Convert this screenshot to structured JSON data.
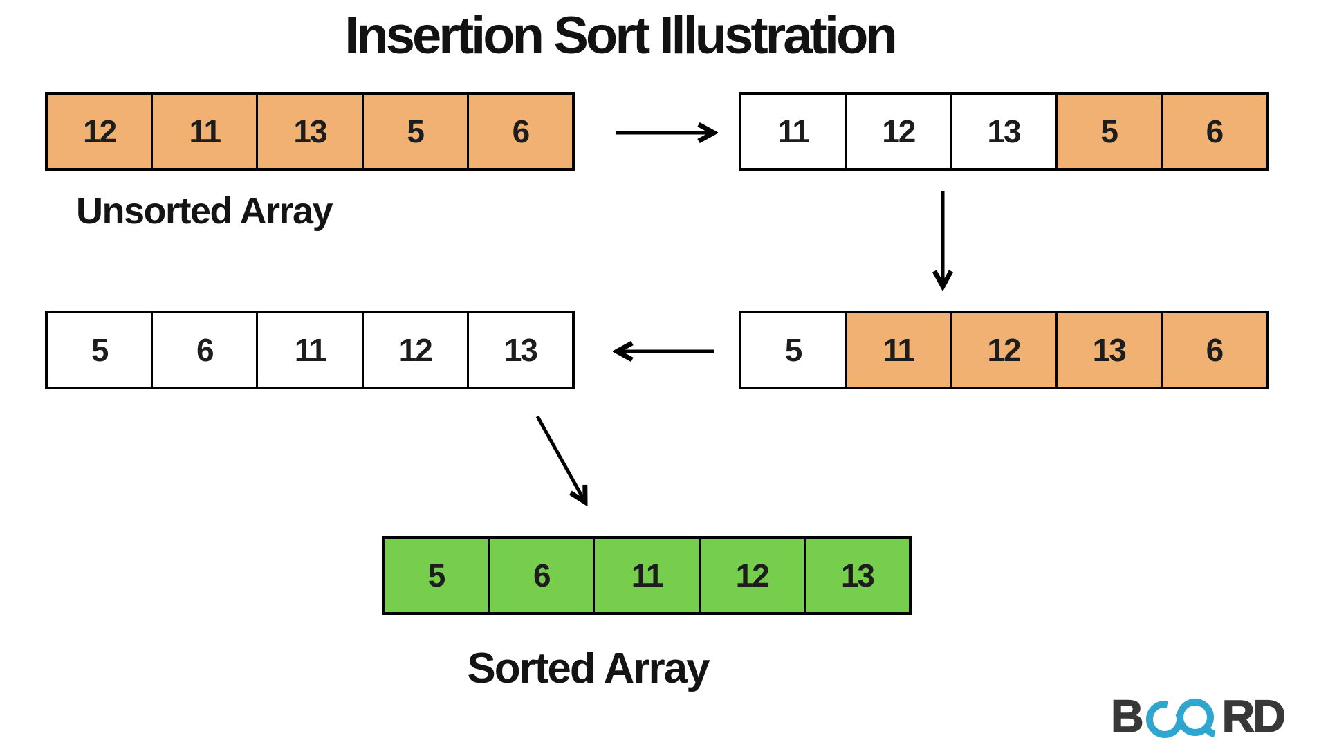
{
  "title": "Insertion Sort Illustration",
  "labels": {
    "unsorted": "Unsorted Array",
    "sorted": "Sorted Array"
  },
  "colors": {
    "cell_orange": "#F0B173",
    "cell_green": "#77CE4C",
    "cell_white": "#FFFFFF",
    "outline": "#000000",
    "logo_blue": "#2FA6D0",
    "logo_text": "#383838"
  },
  "arrays": [
    {
      "name": "unsorted-array",
      "cells": [
        {
          "value": "12",
          "color": "#F0B173"
        },
        {
          "value": "11",
          "color": "#F0B173"
        },
        {
          "value": "13",
          "color": "#F0B173"
        },
        {
          "value": "5",
          "color": "#F0B173"
        },
        {
          "value": "6",
          "color": "#F0B173"
        }
      ]
    },
    {
      "name": "step-1-array",
      "cells": [
        {
          "value": "11",
          "color": "#FFFFFF"
        },
        {
          "value": "12",
          "color": "#FFFFFF"
        },
        {
          "value": "13",
          "color": "#FFFFFF"
        },
        {
          "value": "5",
          "color": "#F0B173"
        },
        {
          "value": "6",
          "color": "#F0B173"
        }
      ]
    },
    {
      "name": "step-2-array",
      "cells": [
        {
          "value": "5",
          "color": "#FFFFFF"
        },
        {
          "value": "11",
          "color": "#F0B173"
        },
        {
          "value": "12",
          "color": "#F0B173"
        },
        {
          "value": "13",
          "color": "#F0B173"
        },
        {
          "value": "6",
          "color": "#F0B173"
        }
      ]
    },
    {
      "name": "step-3-array",
      "cells": [
        {
          "value": "5",
          "color": "#FFFFFF"
        },
        {
          "value": "6",
          "color": "#FFFFFF"
        },
        {
          "value": "11",
          "color": "#FFFFFF"
        },
        {
          "value": "12",
          "color": "#FFFFFF"
        },
        {
          "value": "13",
          "color": "#FFFFFF"
        }
      ]
    },
    {
      "name": "sorted-array",
      "cells": [
        {
          "value": "5",
          "color": "#77CE4C"
        },
        {
          "value": "6",
          "color": "#77CE4C"
        },
        {
          "value": "11",
          "color": "#77CE4C"
        },
        {
          "value": "12",
          "color": "#77CE4C"
        },
        {
          "value": "13",
          "color": "#77CE4C"
        }
      ]
    }
  ],
  "arrows": [
    {
      "name": "arrow-right-icon"
    },
    {
      "name": "arrow-down-icon"
    },
    {
      "name": "arrow-left-icon"
    },
    {
      "name": "arrow-diagonal-icon"
    }
  ],
  "logo": {
    "prefix": "B",
    "suffix": "RD",
    "icon": "infinity-icon"
  }
}
